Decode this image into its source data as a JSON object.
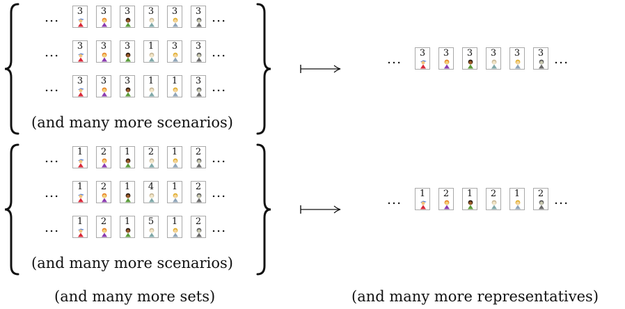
{
  "groups": [
    {
      "rows": [
        [
          3,
          3,
          3,
          3,
          3,
          3
        ],
        [
          3,
          3,
          3,
          1,
          3,
          3
        ],
        [
          3,
          3,
          3,
          1,
          1,
          3
        ]
      ],
      "footer": "(and many more scenarios)",
      "representative": [
        3,
        3,
        3,
        3,
        3,
        3
      ]
    },
    {
      "rows": [
        [
          1,
          2,
          1,
          2,
          1,
          2
        ],
        [
          1,
          2,
          1,
          4,
          1,
          2
        ],
        [
          1,
          2,
          1,
          5,
          1,
          2
        ]
      ],
      "footer": "(and many more scenarios)",
      "representative": [
        1,
        2,
        1,
        2,
        1,
        2
      ]
    }
  ],
  "ellipsis": "...",
  "captions": {
    "left": "(and many more sets)",
    "right": "(and many more representatives)"
  },
  "figures": [
    {
      "icon": "person-red-hat-icon",
      "hat": "#3a6fd8",
      "hair": "#3a6fd8",
      "face": "#f1c27d",
      "body": "#d8283a"
    },
    {
      "icon": "person-orange-hair-icon",
      "hat": "none",
      "hair": "#e8862a",
      "face": "#f3d27a",
      "body": "#8b3bb0"
    },
    {
      "icon": "person-dark-skin-icon",
      "hat": "none",
      "hair": "#2b1a10",
      "face": "#9a5a2a",
      "body": "#5a9c3a"
    },
    {
      "icon": "person-pale-icon",
      "hat": "none",
      "hair": "#c8b898",
      "face": "#f2e6c8",
      "body": "#7fa8a8"
    },
    {
      "icon": "person-blonde-icon",
      "hat": "none",
      "hair": "#e0b030",
      "face": "#f5d49a",
      "body": "#8fa4b8"
    },
    {
      "icon": "person-grey-icon",
      "hat": "none",
      "hair": "#5a5a5a",
      "face": "#c8c8b0",
      "body": "#6a6a6a"
    }
  ]
}
